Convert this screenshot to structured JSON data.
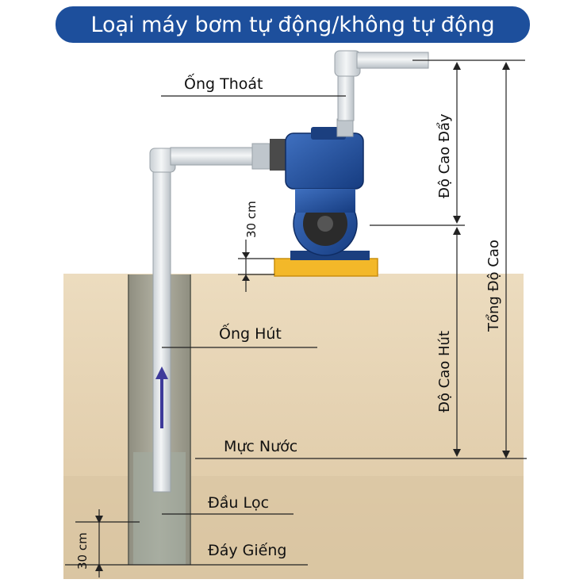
{
  "title": "Loại máy bơm tự động/không tự động",
  "labels": {
    "discharge_pipe": "Ống Thoát",
    "suction_pipe": "Ống Hút",
    "water_level": "Mực Nước",
    "filter_head": "Đầu Lọc",
    "well_bottom": "Đáy Giếng",
    "push_height": "Độ Cao Đẩy",
    "suction_height": "Độ Cao Hút",
    "total_height": "Tổng Độ Cao",
    "pump_offset": "30 cm",
    "bottom_offset": "30 cm"
  },
  "colors": {
    "title_bg": "#1d4f9c",
    "soil_light": "#e8d5b5",
    "soil_dark": "#d8c39f",
    "well_casing": "#a9a89a",
    "water": "#9aa79a",
    "pipe": "#dfe3e6",
    "pump_body": "#1f4f9e",
    "base_plate": "#f3b829",
    "flow_arrow": "#3e3a9a"
  }
}
